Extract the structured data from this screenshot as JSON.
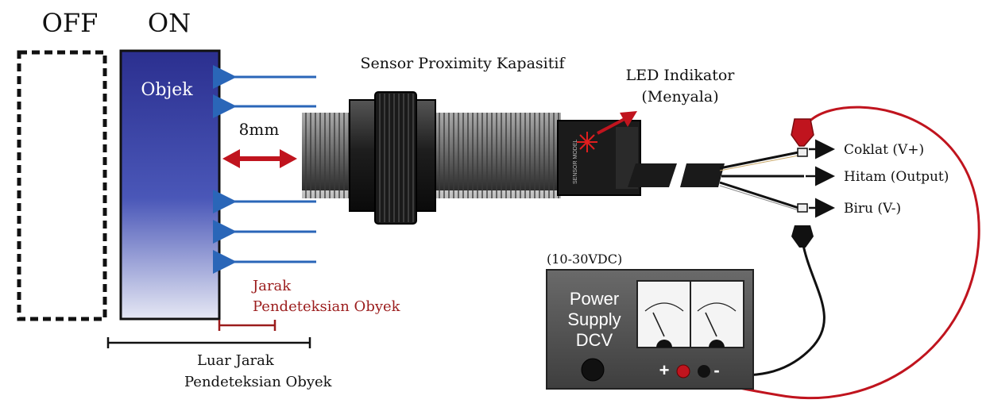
{
  "states": {
    "off": "OFF",
    "on": "ON"
  },
  "object_label": "Objek",
  "gap_label": "8mm",
  "sensor_label": "Sensor Proximity Kapasitif",
  "led_label_line1": "LED Indikator",
  "led_label_line2": "(Menyala)",
  "range_in_line1": "Jarak",
  "range_in_line2": "Pendeteksian Obyek",
  "range_out_line1": "Luar Jarak",
  "range_out_line2": "Pendeteksian Obyek",
  "wires": [
    {
      "label": "Coklat (V+)",
      "color": "#8a5a2b"
    },
    {
      "label": "Hitam (Output)",
      "color": "#111111"
    },
    {
      "label": "Biru (V-)",
      "color": "#2a4fa8"
    }
  ],
  "psu": {
    "voltage": "(10-30VDC)",
    "title_line1": "Power",
    "title_line2": "Supply",
    "title_line3": "DCV",
    "plus": "+",
    "minus": "-"
  },
  "colors": {
    "object_top": "#2b2f8f",
    "object_bottom": "#d8dcee",
    "field_arrow": "#2a66b8",
    "red_accent": "#c0141e",
    "range_text": "#9b1c1c"
  }
}
